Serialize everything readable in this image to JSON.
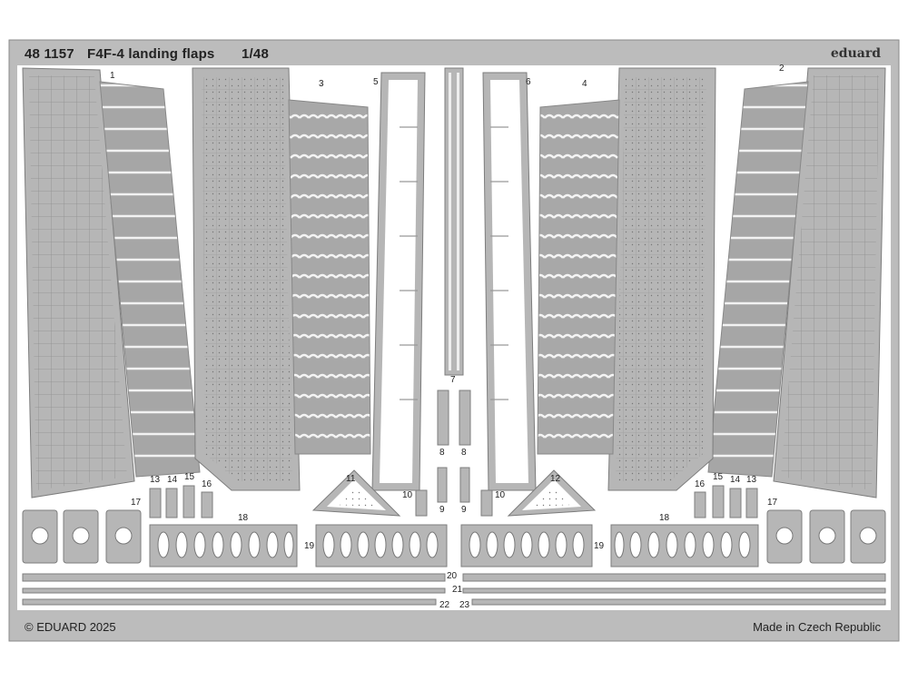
{
  "header": {
    "code": "48 1157",
    "title": "F4F-4 landing flaps",
    "scale": "1/48",
    "brand": "eduard"
  },
  "footer": {
    "copyright": "© EDUARD 2025",
    "origin": "Made in Czech Republic"
  },
  "part_labels": {
    "p1": "1",
    "p2": "2",
    "p3": "3",
    "p4": "4",
    "p5": "5",
    "p6": "6",
    "p7": "7",
    "p8a": "8",
    "p8b": "8",
    "p9a": "9",
    "p9b": "9",
    "p10a": "10",
    "p10b": "10",
    "p11": "11",
    "p12": "12",
    "p13a": "13",
    "p14a": "14",
    "p15a": "15",
    "p16a": "16",
    "p13b": "13",
    "p14b": "14",
    "p15b": "15",
    "p16b": "16",
    "p17a": "17",
    "p17b": "17",
    "p18a": "18",
    "p18b": "18",
    "p19a": "19",
    "p19b": "19",
    "p20": "20",
    "p21": "21",
    "p22": "22",
    "p23": "23"
  },
  "colors": {
    "fret": "#b4b4b4",
    "fret_edge": "#8a8a8a",
    "background": "#ffffff",
    "text": "#222222"
  }
}
